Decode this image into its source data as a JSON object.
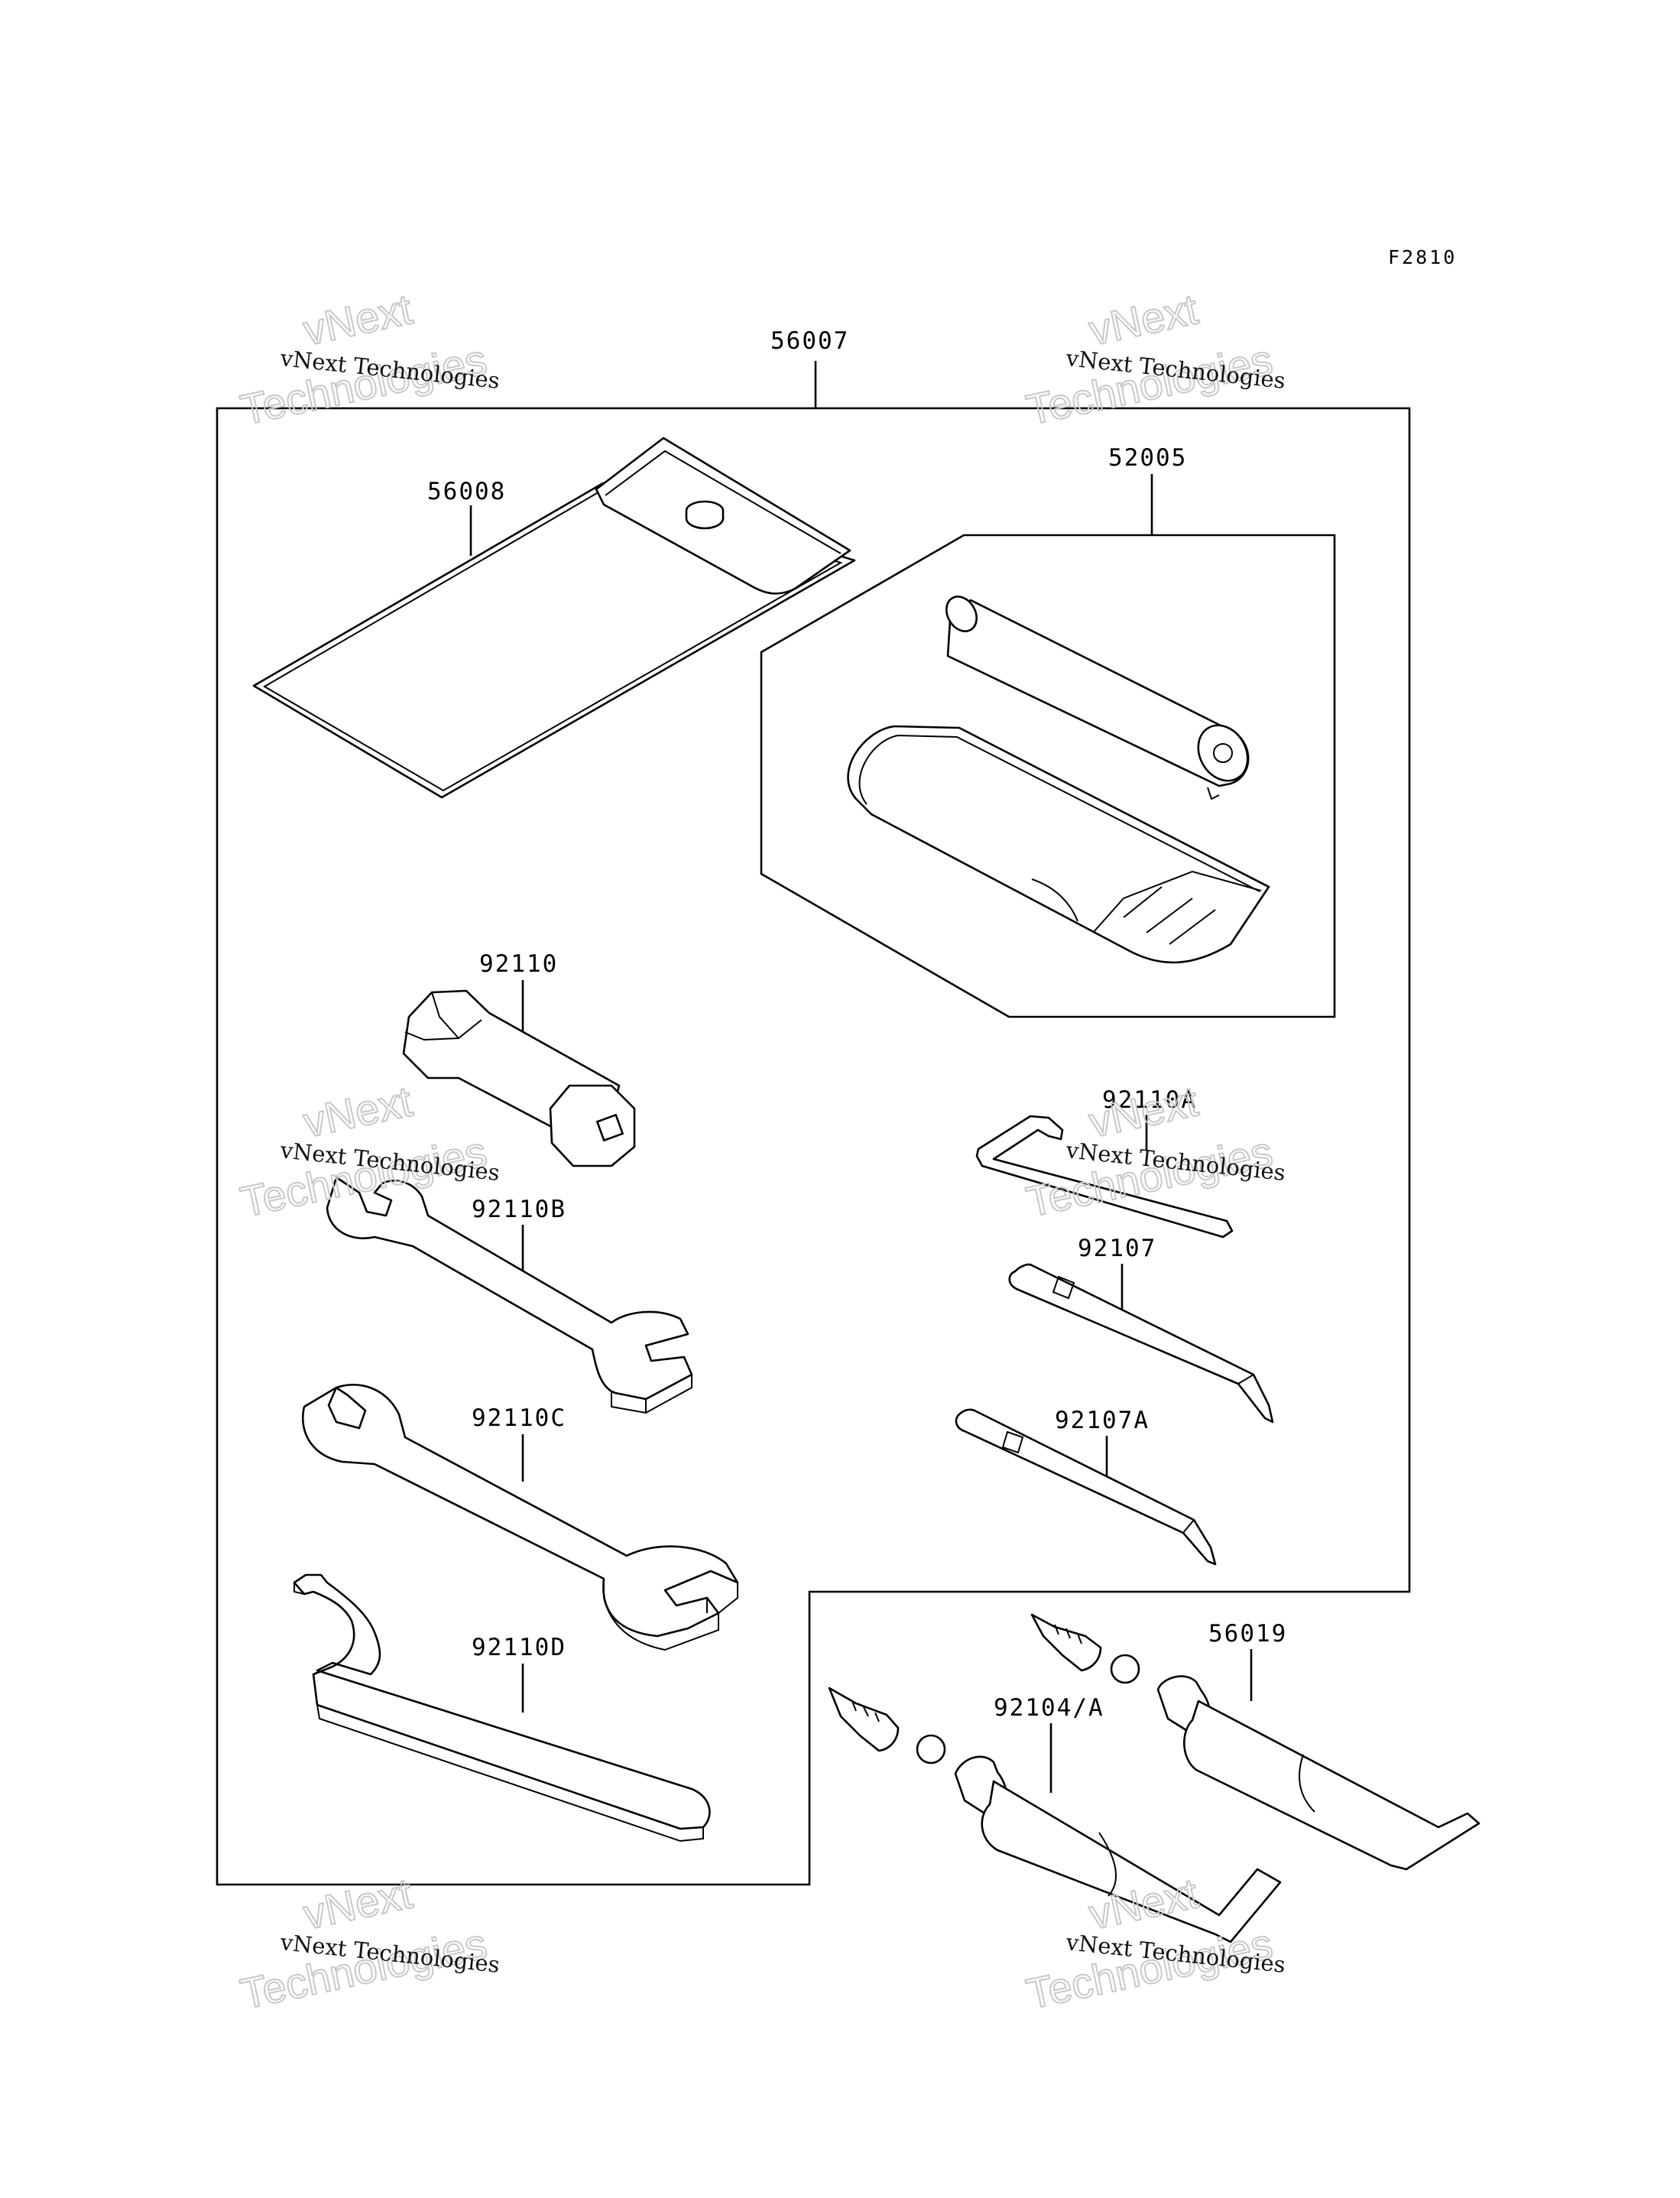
{
  "figure_id": "F2810",
  "parts": {
    "kit": "56007",
    "pouch": "56008",
    "tire_kit": "52005",
    "plug_wrench": "92110",
    "hex_key": "92110A",
    "wrench_b": "92110B",
    "wrench_c": "92110C",
    "wrench_d": "92110D",
    "screwdriver": "92107",
    "screwdriver_a": "92107A",
    "grease_tube": "92104/A",
    "grease_tube_2": "56019"
  },
  "watermark": {
    "line1": "vNext Technologies",
    "line2a": "vNext",
    "line2b": "Technologies"
  }
}
